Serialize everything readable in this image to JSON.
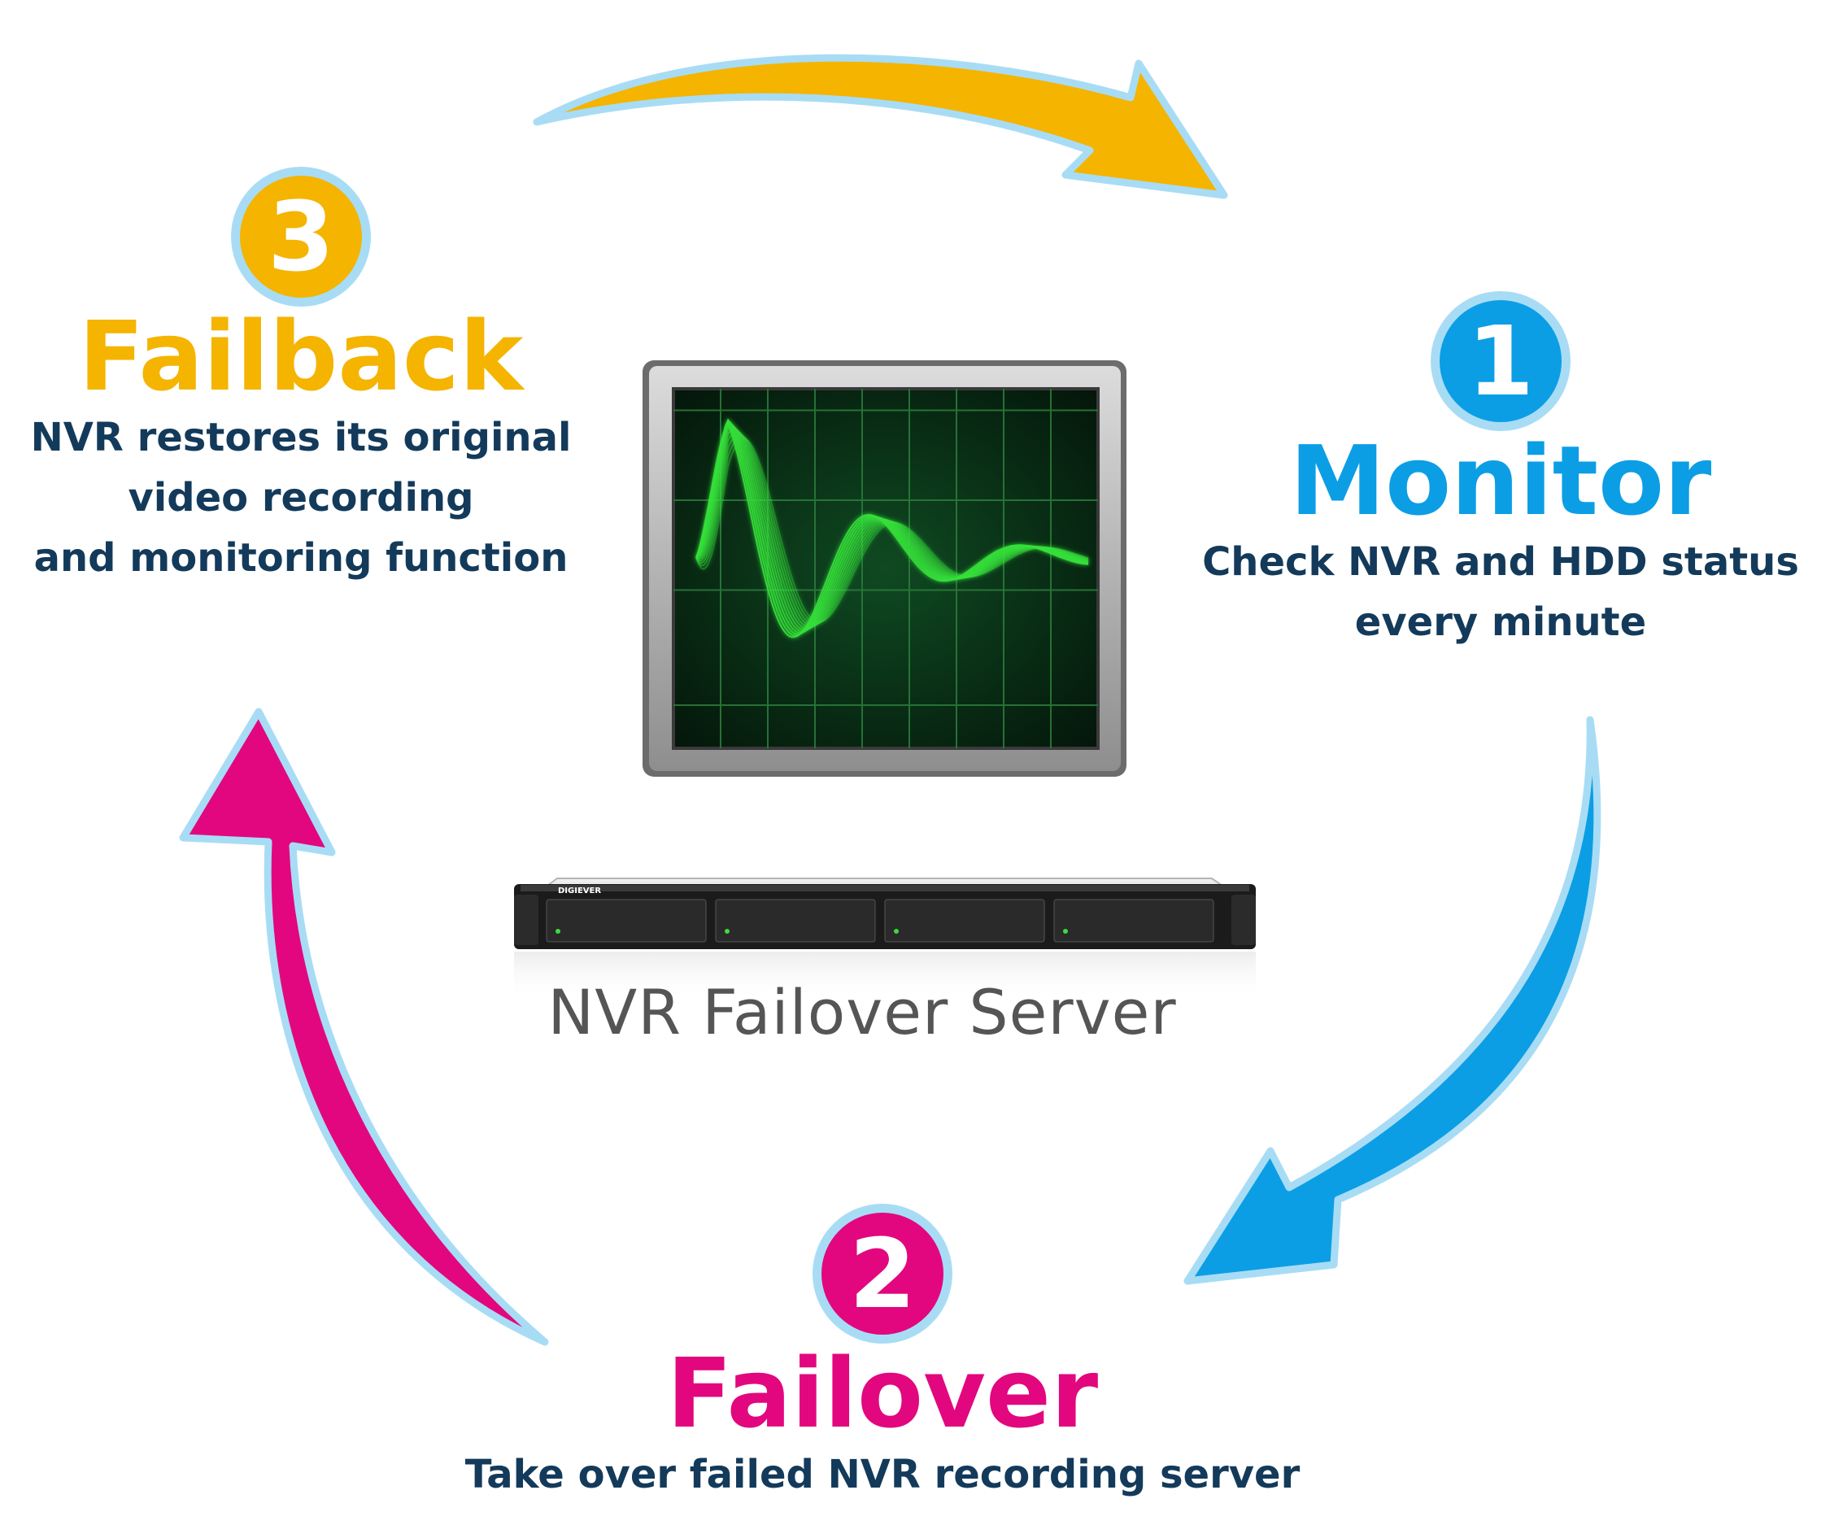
{
  "center": {
    "device_caption": "NVR Failover Server",
    "device_brand": "DIGIEVER"
  },
  "steps": [
    {
      "number": "1",
      "title": "Monitor",
      "description_lines": [
        "Check NVR and HDD status",
        "every minute"
      ],
      "color": "#0b9ee5"
    },
    {
      "number": "2",
      "title": "Failover",
      "description_lines": [
        "Take over failed NVR recording server"
      ],
      "color": "#e2077f"
    },
    {
      "number": "3",
      "title": "Failback",
      "description_lines": [
        "NVR restores its original",
        "video recording",
        "and monitoring function"
      ],
      "color": "#f4b400"
    }
  ],
  "icons": {
    "monitor": "activity-monitor-icon",
    "server": "rack-server-icon",
    "arrows": [
      "arrow-failback-to-monitor",
      "arrow-monitor-to-failover",
      "arrow-failover-to-failback"
    ]
  },
  "colors": {
    "arrow_outline": "#a8dcf5",
    "description_text": "#133a5a",
    "caption_text": "#555555",
    "screen_wave": "#35e03a"
  }
}
